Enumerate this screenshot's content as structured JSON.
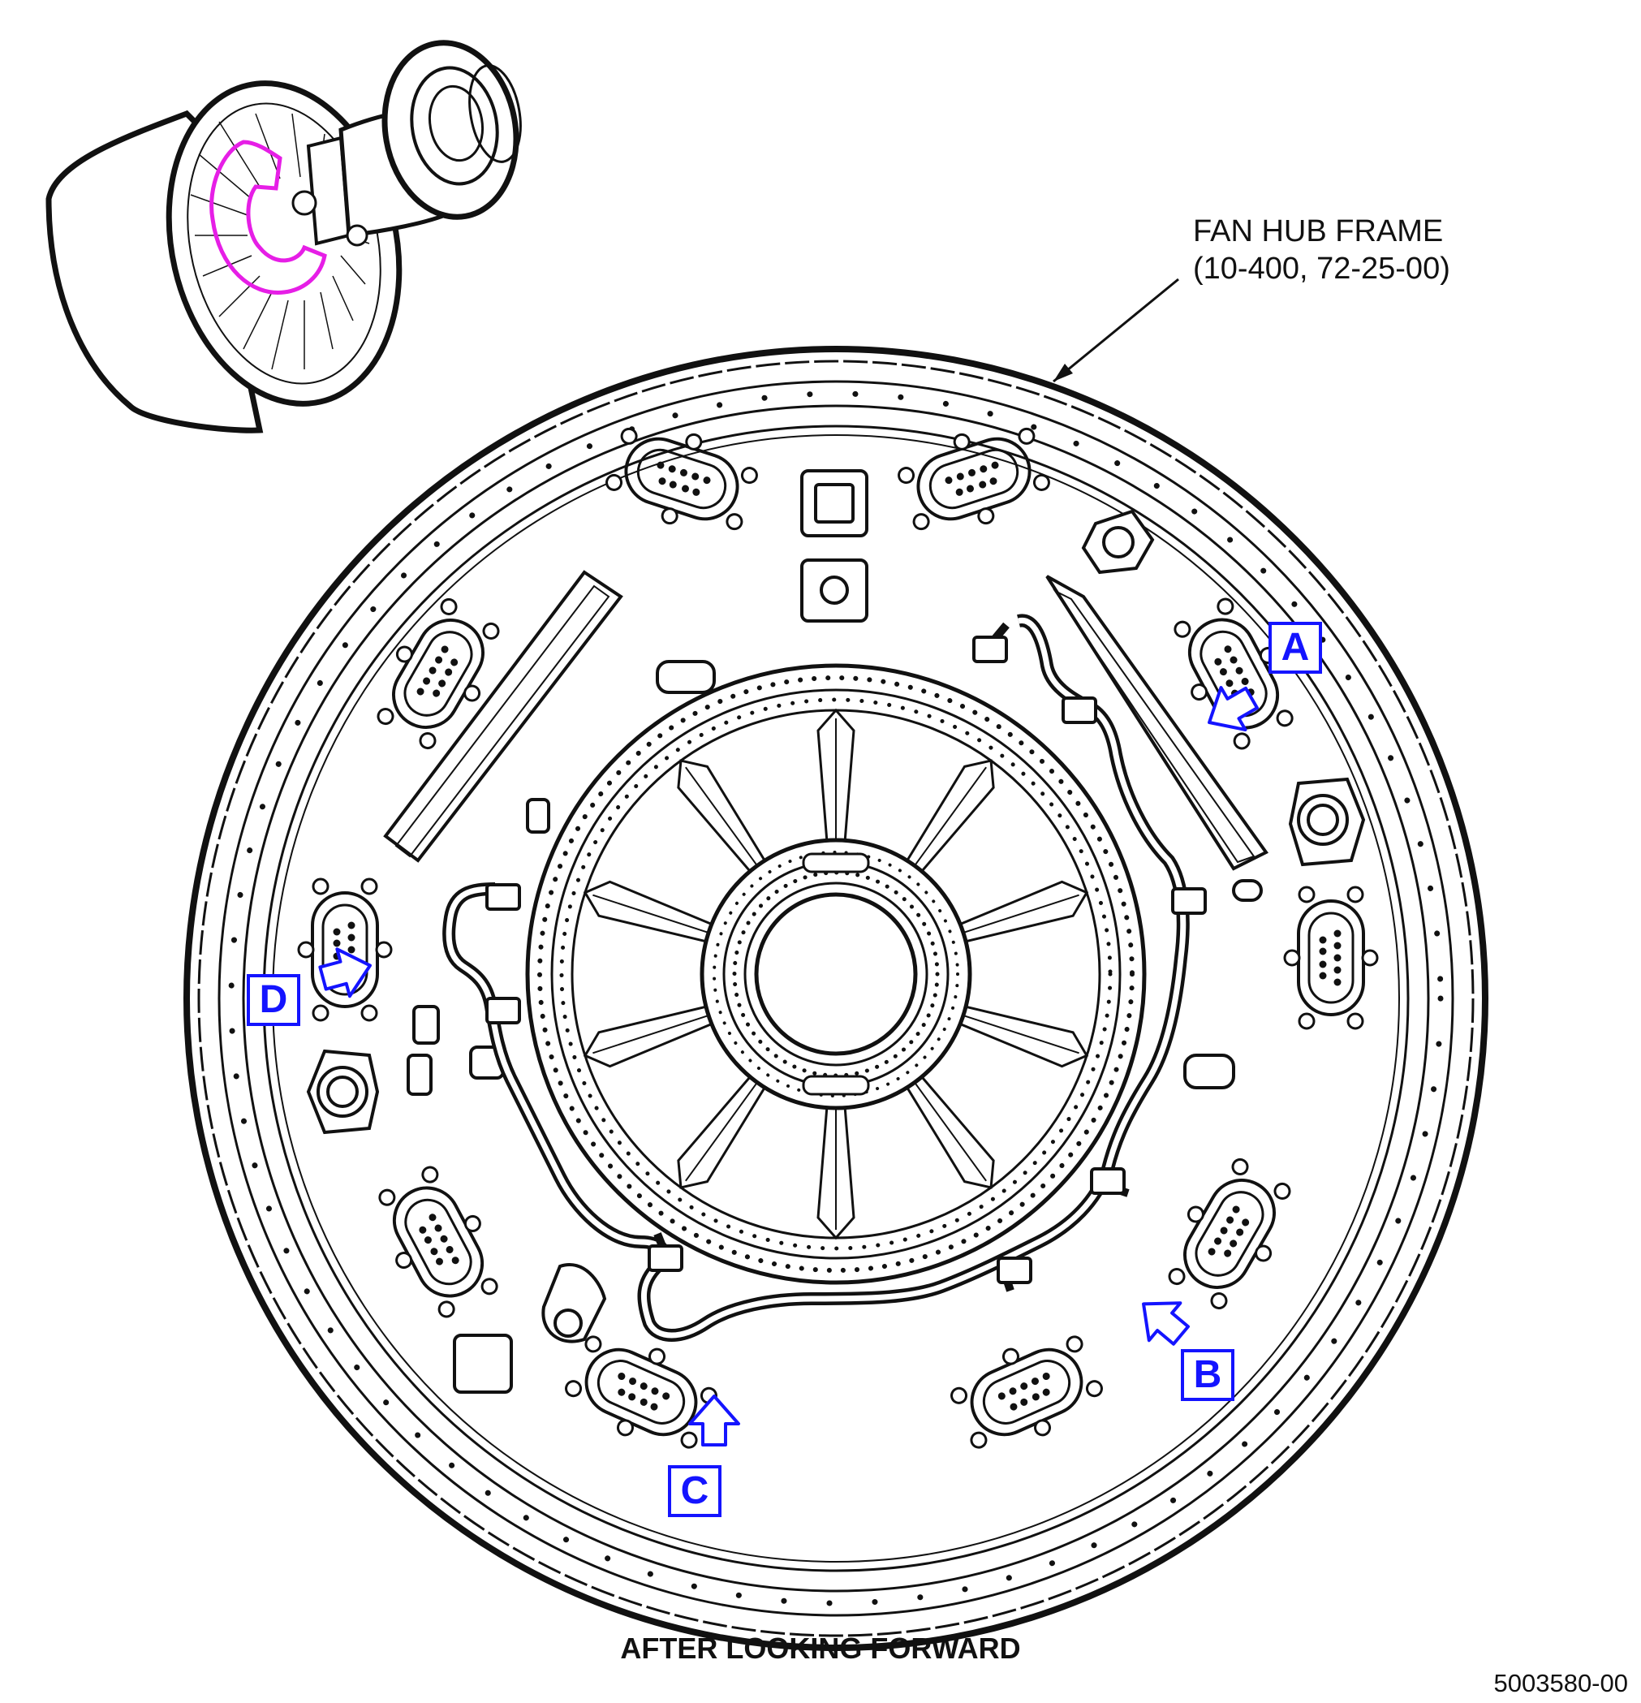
{
  "callout": {
    "title": "FAN HUB FRAME",
    "reference": "(10-400, 72-25-00)"
  },
  "view_labels": {
    "a": "A",
    "b": "B",
    "c": "C",
    "d": "D"
  },
  "caption": "AFTER LOOKING FORWARD",
  "figure_id": "5003580-00",
  "colors": {
    "line": "#111111",
    "highlight": "#e61ee6",
    "view_tag": "#1414ff"
  },
  "icons": {
    "view_arrow": "blue-hollow-arrow-icon"
  }
}
